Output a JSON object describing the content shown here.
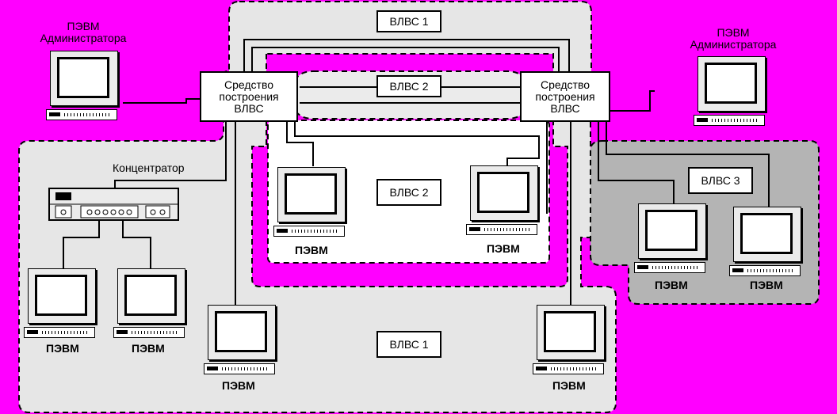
{
  "colors": {
    "background": "#ff00ff",
    "vlan1_zone": "#e6e6e6",
    "vlan3_zone": "#b4b4b4",
    "vlan2_zone": "#ffffff"
  },
  "zones": {
    "vlan1_top": "ВЛВС 1",
    "vlan2_band": "ВЛВС 2",
    "vlan2_inner": "ВЛВС 2",
    "vlan3": "ВЛВС 3",
    "vlan1_bottom": "ВЛВС 1"
  },
  "switches": {
    "left": "Средство построения ВЛВС",
    "right": "Средство построения ВЛВС"
  },
  "hub": {
    "label": "Концентратор"
  },
  "computers": {
    "admin_left": "ПЭВМ Администратора",
    "admin_right": "ПЭВМ Администратора",
    "vlan2_left": "ПЭВМ",
    "vlan2_right": "ПЭВМ",
    "vlan3_left": "ПЭВМ",
    "vlan3_right": "ПЭВМ",
    "hub_left": "ПЭВМ",
    "hub_right": "ПЭВМ",
    "vlan1_mid_left": "ПЭВМ",
    "vlan1_mid_right": "ПЭВМ"
  }
}
